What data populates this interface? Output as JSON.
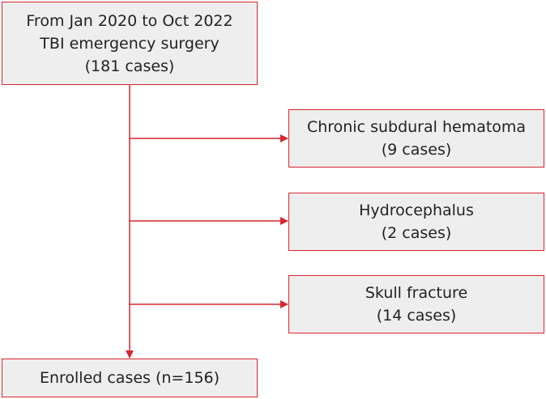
{
  "source": {
    "line1": "From Jan 2020 to Oct 2022",
    "line2": "TBI emergency surgery",
    "line3": "(181 cases)"
  },
  "exclusions": [
    {
      "label": "Chronic subdural hematoma",
      "count": "(9 cases)"
    },
    {
      "label": "Hydrocephalus",
      "count": "(2 cases)"
    },
    {
      "label": "Skull fracture",
      "count": "(14 cases)"
    }
  ],
  "enrolled": {
    "label": "Enrolled cases (n=156)"
  },
  "colors": {
    "border": "#d8262f",
    "box_fill": "#eeeeee",
    "text": "#222222"
  }
}
